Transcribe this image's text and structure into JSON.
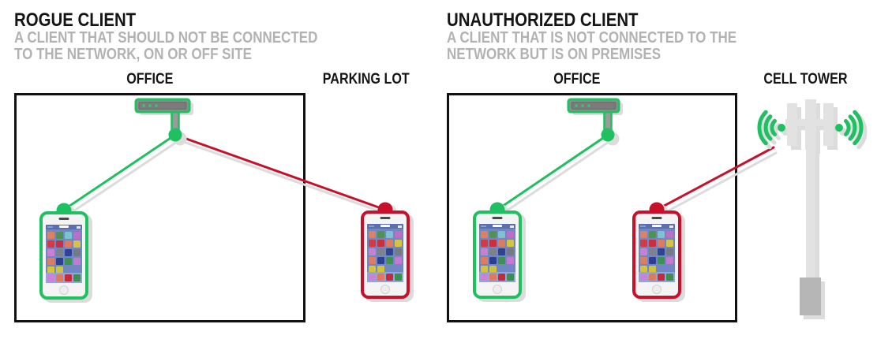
{
  "panels": [
    {
      "title": "ROGUE CLIENT",
      "subtitle": [
        "A CLIENT THAT SHOULD NOT BE CONNECTED",
        "TO THE NETWORK, ON OR OFF SITE"
      ],
      "inside_label": "OFFICE",
      "outside_label": "PARKING LOT"
    },
    {
      "title": "UNAUTHORIZED CLIENT",
      "subtitle": [
        "A CLIENT THAT IS NOT CONNECTED TO THE",
        "NETWORK BUT IS ON PREMISES"
      ],
      "inside_label": "OFFICE",
      "outside_label": "CELL TOWER"
    }
  ],
  "colors": {
    "authorized_green": "#1fc061",
    "rogue_red": "#c9102b",
    "shadow_gray": "#dcdcdc",
    "title_black": "#151515",
    "subtitle_gray": "#b2b2b2",
    "box_border_black": "#111111",
    "router_gray": "#8f8f8f",
    "router_inner_gray": "#7b7b7b",
    "led_green": "#2ad06c",
    "tower_gray": "#e2e2e2",
    "tower_base_gray": "#b6b6b6",
    "phone_body_white": "#f4f4f4",
    "screen_blue": "#7087c4",
    "statusbar_blue": "#5b6fb0",
    "dock_blue": "#92a5d8"
  },
  "phone": {
    "app_icon_rows": [
      [
        "#e0805f",
        "#4f9253",
        "#7bc3ce",
        "#bb6ec6"
      ],
      [
        "#d43a46",
        "#c92f3c",
        "#e07a5f",
        "#d6c344"
      ],
      [
        "#c97fd2",
        "#7d818a",
        "#2f4293",
        "#767a82"
      ],
      [
        "#df7c5e",
        "#2c3f90",
        "#3f9152",
        "#c47ad0"
      ],
      [
        "#d6c437",
        "#cfc23f"
      ]
    ],
    "dock_icons": [
      "#cb82d8",
      "#e0795c",
      "#c62a38",
      "#3c8f4e"
    ]
  },
  "icons": {
    "router": "wifi-router-icon",
    "smartphone": "smartphone-icon",
    "cell_tower": "cell-tower-icon",
    "radio_waves": "radio-waves-icon",
    "network_node": "network-node-dot"
  }
}
